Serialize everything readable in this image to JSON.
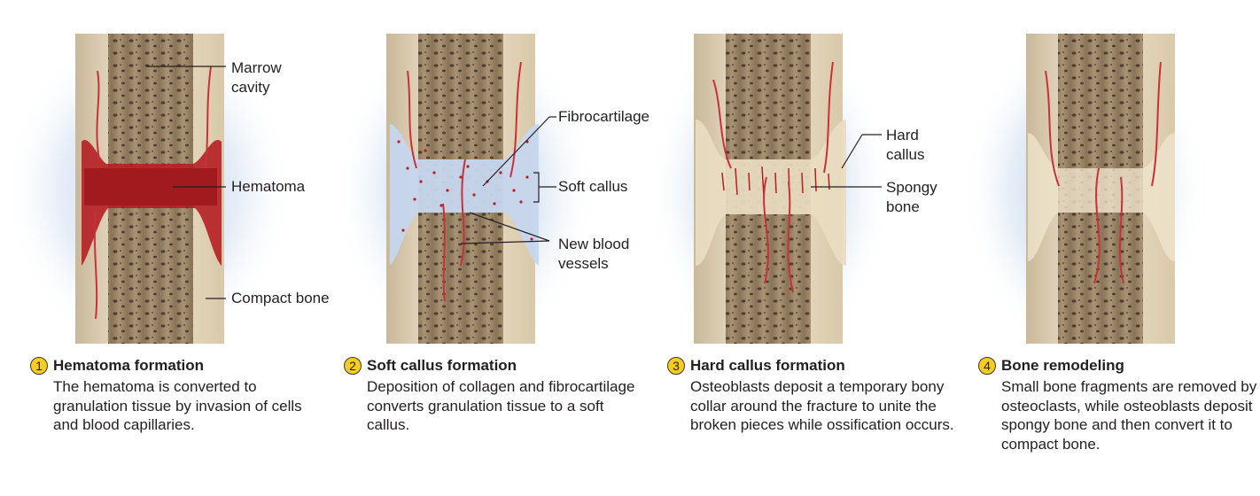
{
  "colors": {
    "bone": "#a38c70",
    "compact": "#eee1c8",
    "blood": "#b51f24",
    "vessel": "#c8313a",
    "fibro": "#c6d6ee",
    "halo": "#bcd0ea",
    "badge": "#f6cd1f"
  },
  "panels": [
    {
      "number": "1",
      "title": "Hematoma formation",
      "description": "The hematoma is converted to granulation tissue by invasion of cells and blood capillaries.",
      "labels": {
        "marrow": "Marrow\ncavity",
        "hematoma": "Hematoma",
        "compact": "Compact bone"
      }
    },
    {
      "number": "2",
      "title": "Soft callus formation",
      "description": "Deposition of collagen and fibrocartilage converts granulation tissue to a soft callus.",
      "labels": {
        "fibro": "Fibrocartilage",
        "soft": "Soft callus",
        "vessels": "New blood\nvessels"
      }
    },
    {
      "number": "3",
      "title": "Hard callus formation",
      "description": "Osteoblasts deposit a temporary bony collar around the fracture to unite the broken pieces while ossification occurs.",
      "labels": {
        "hard": "Hard\ncallus",
        "spongy": "Spongy\nbone"
      }
    },
    {
      "number": "4",
      "title": "Bone remodeling",
      "description": "Small bone fragments are removed by osteoclasts, while osteoblasts deposit spongy bone and then convert it to compact bone.",
      "labels": {}
    }
  ]
}
